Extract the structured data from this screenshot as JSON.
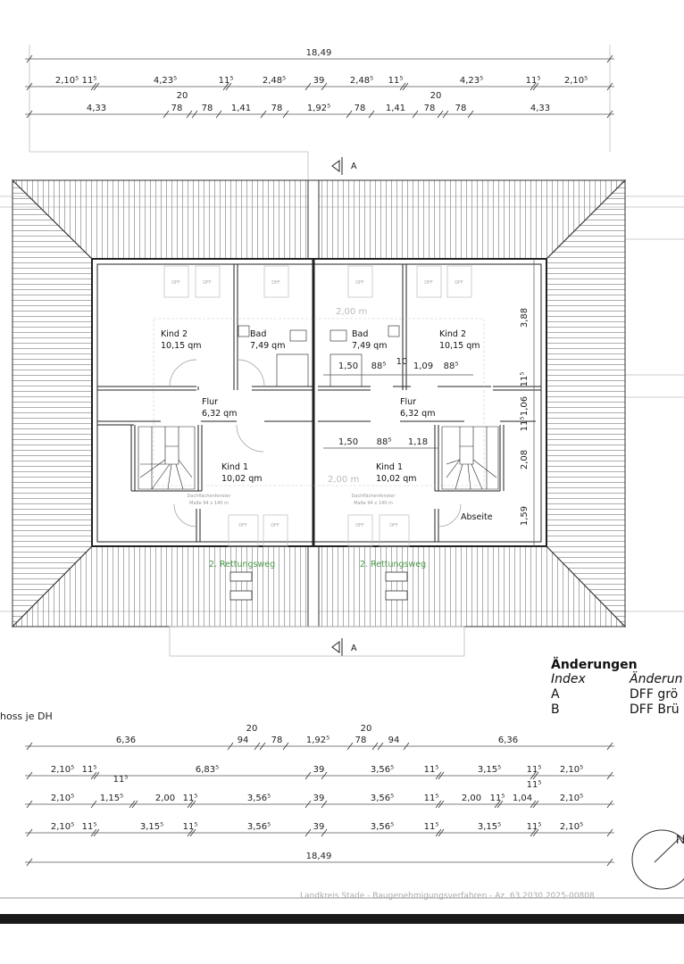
{
  "dimensions": {
    "top": [
      {
        "labels": [
          "18,49"
        ]
      },
      {
        "labels": [
          "2,10⁵",
          "11⁵",
          "4,23⁵",
          "11⁵",
          "2,48⁵",
          "39",
          "2,48⁵",
          "11⁵",
          "4,23⁵",
          "11⁵",
          "2,10⁵"
        ]
      },
      {
        "labels": [
          "4,33",
          "78",
          "20",
          "78",
          "1,41",
          "78",
          "1,92⁵",
          "78",
          "1,41",
          "78",
          "20",
          "78",
          "4,33"
        ]
      }
    ],
    "bottom": [
      {
        "labels": [
          "6,36",
          "20",
          "94",
          "78",
          "1,92⁵",
          "78",
          "20",
          "94",
          "6,36"
        ]
      },
      {
        "labels": [
          "2,10⁵",
          "11⁵",
          "11⁵",
          "6,83⁵",
          "39",
          "3,56⁵",
          "11⁵",
          "3,15⁵",
          "11⁵",
          "11⁵",
          "2,10⁵"
        ]
      },
      {
        "labels": [
          "2,10⁵",
          "1,15⁵",
          "2,00",
          "11⁵",
          "3,56⁵",
          "39",
          "3,56⁵",
          "11⁵",
          "2,00",
          "11⁵",
          "1,04",
          "2,10⁵"
        ]
      },
      {
        "labels": [
          "2,10⁵",
          "11⁵",
          "3,15⁵",
          "11⁵",
          "3,56⁵",
          "39",
          "3,56⁵",
          "11⁵",
          "3,15⁵",
          "11⁵",
          "2,10⁵"
        ]
      },
      {
        "labels": [
          "18,49"
        ]
      }
    ],
    "interior": [
      "1,50",
      "88⁵",
      "10",
      "1,09",
      "88⁵",
      "1,50",
      "88⁵",
      "1,18"
    ],
    "right": [
      "3,88",
      "11⁵",
      "1,06",
      "11⁵",
      "2,08",
      "1,59"
    ]
  },
  "section_marker": "A",
  "rooms": {
    "left": [
      {
        "name": "Kind 2",
        "area": "10,15 qm"
      },
      {
        "name": "Bad",
        "area": "7,49 qm"
      },
      {
        "name": "Flur",
        "area": "6,32 qm"
      },
      {
        "name": "Kind 1",
        "area": "10,02 qm"
      }
    ],
    "right": [
      {
        "name": "Bad",
        "area": "7,49 qm"
      },
      {
        "name": "Kind 2",
        "area": "10,15 qm"
      },
      {
        "name": "Flur",
        "area": "6,32 qm"
      },
      {
        "name": "Kind 1",
        "area": "10,02 qm"
      },
      {
        "name": "Abseite"
      }
    ]
  },
  "skylight_label": "DFF",
  "skylight_note": {
    "line1": "Dachflächenfenster",
    "line2": "Maße 94 x 140 m"
  },
  "headroom_label": "2,00 m",
  "escape_route": "2. Rettungsweg",
  "changes": {
    "title": "Änderungen",
    "col_index": "Index",
    "col_change": "Änderun",
    "rows": [
      {
        "index": "A",
        "text": "DFF grö"
      },
      {
        "index": "B",
        "text": "DFF Brü"
      }
    ]
  },
  "caption": "hoss je DH",
  "footer": "Landkreis Stade - Baugenehmigungsverfahren - Az. 63.2030.2025-00808",
  "compass_label": "N"
}
